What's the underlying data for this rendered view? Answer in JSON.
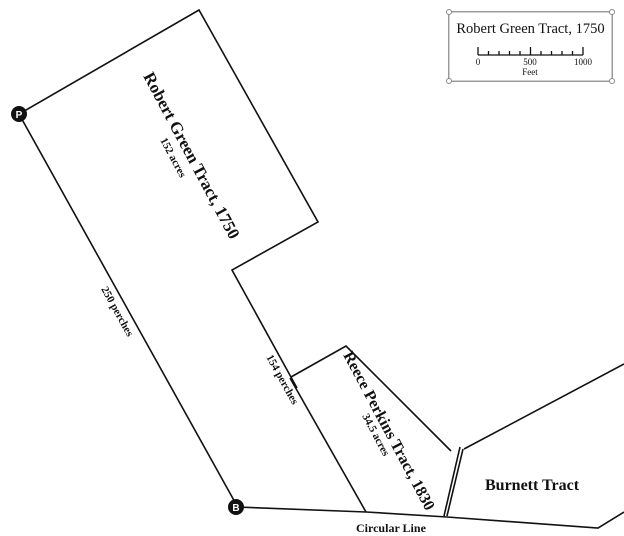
{
  "map": {
    "tracts": [
      {
        "name": "Robert Green Tract, 1750",
        "area": "152 acres"
      },
      {
        "name": "Reece Perkins Tract, 1830",
        "area": "34.5 acres"
      },
      {
        "name": "Burnett Tract"
      }
    ],
    "boundary_labels": {
      "west_line": "250 perches",
      "middle_line": "154 perches",
      "south_line": "Circular Line"
    },
    "markers": [
      {
        "letter": "P"
      },
      {
        "letter": "B"
      }
    ]
  },
  "legend": {
    "title": "Robert Green Tract, 1750",
    "scale": {
      "ticks": [
        "0",
        "500",
        "1000"
      ],
      "unit": "Feet"
    }
  },
  "colors": {
    "line": "#111111",
    "marker": "#111111",
    "background": "#ffffff"
  }
}
